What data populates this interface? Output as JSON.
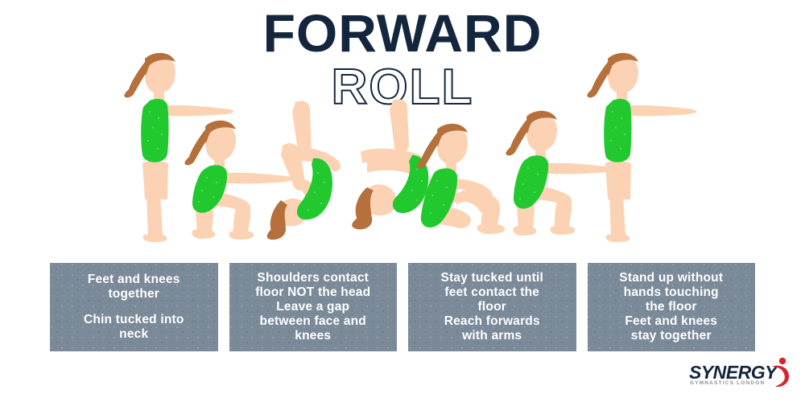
{
  "poster": {
    "title_line1": "FORWARD",
    "title_line2": "ROLL",
    "background_color": "#ffffff",
    "navy": "#14263d",
    "box_color": "#7b8a99",
    "leotard_green": "#22c92e",
    "skin": "#fbd3b4",
    "hair_brown": "#b5703c",
    "logo_red": "#d8232a"
  },
  "captions": [
    {
      "id": "step-1",
      "paragraphs": [
        "Feet and knees\ntogether",
        "Chin tucked into\nneck"
      ]
    },
    {
      "id": "step-2",
      "paragraphs": [
        "Shoulders contact\nfloor NOT the head\nLeave a gap\nbetween face and\nknees"
      ]
    },
    {
      "id": "step-3",
      "paragraphs": [
        "Stay tucked until\nfeet contact the\nfloor\nReach forwards\nwith arms"
      ]
    },
    {
      "id": "step-4",
      "paragraphs": [
        "Stand up without\nhands touching\nthe floor\nFeet and knees\nstay together"
      ]
    }
  ],
  "figures": [
    {
      "id": "figure-1-stand-arms-forward",
      "label": "Standing, arms extended forward"
    },
    {
      "id": "figure-2-squat",
      "label": "Squat, arms forward"
    },
    {
      "id": "figure-3-tuck-invert",
      "label": "Tucked inversion, legs raised"
    },
    {
      "id": "figure-4-roll-over",
      "label": "Rolling over, legs vertical"
    },
    {
      "id": "figure-5-seated-tuck",
      "label": "Seated tuck, knees held"
    },
    {
      "id": "figure-6-squat-rise",
      "label": "Rising squat, arms forward"
    },
    {
      "id": "figure-7-stand-finish",
      "label": "Standing finish, arms extended forward"
    }
  ],
  "logo": {
    "word": "SYNERGY",
    "tagline": "GYMNASTICS LONDON"
  }
}
